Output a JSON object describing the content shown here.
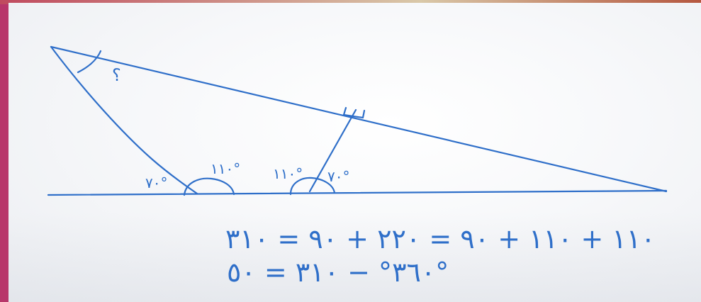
{
  "scene": {
    "surface": "whiteboard",
    "ink_color": "#2f6fc9",
    "frame_color": "#c43d6e"
  },
  "labels": {
    "top_angle": "؟",
    "angle_left_small": "٧٠°",
    "angle_left_large": "١١٠°",
    "angle_right_large": "١١٠°",
    "angle_right_small": "٧٠°"
  },
  "equations": {
    "line1": "١١٠ + ١١٠ + ٩٠ = ٢٢٠ + ٩٠ = ٣١٠",
    "line2": "٣٦٠° − ٣١٠ = ٥٠°"
  }
}
